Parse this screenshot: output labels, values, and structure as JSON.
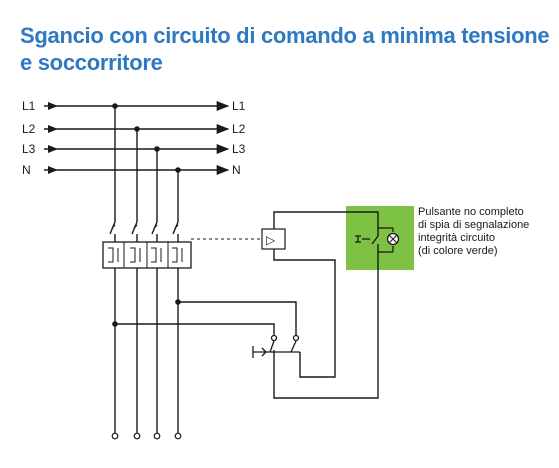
{
  "title": {
    "line1": "Sgancio con circuito di comando a minima tensione",
    "line2": "e soccorritore"
  },
  "lines": {
    "left": [
      "L1",
      "L2",
      "L3",
      "N"
    ],
    "right": [
      "L1",
      "L2",
      "L3",
      "N"
    ]
  },
  "device_symbol": "▷",
  "callout": {
    "line1": "Pulsante no completo",
    "line2": "di spia di segnalazione",
    "line3": "integrità circuito",
    "line4": "(di colore verde)"
  },
  "colors": {
    "title": "#2f79c2",
    "green_box": "#7dc242",
    "line": "#1a1a1a"
  },
  "icons": [
    "arrow-right-icon",
    "switch-contact-icon",
    "lamp-icon",
    "push-button-icon"
  ]
}
